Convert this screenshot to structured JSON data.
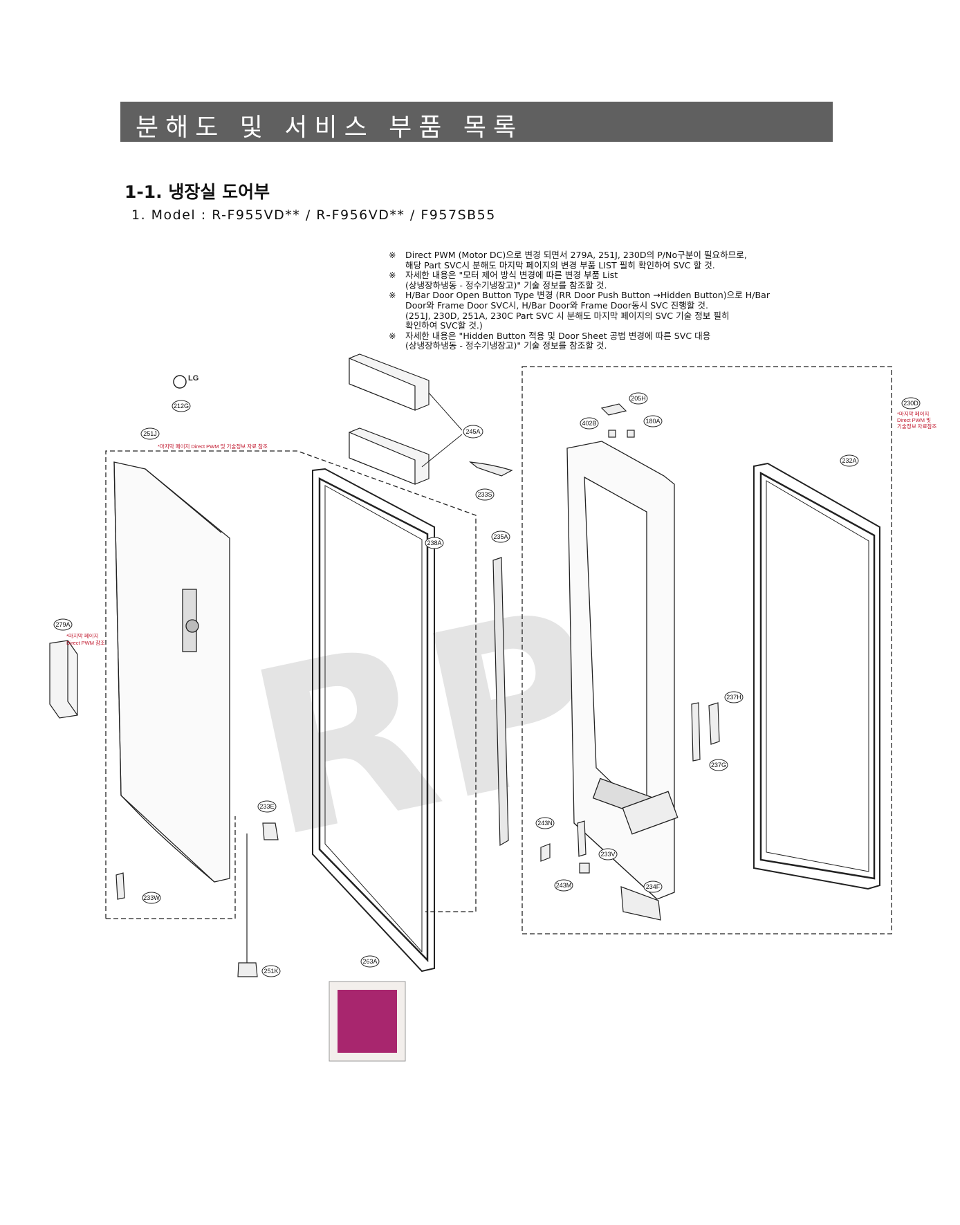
{
  "header": {
    "title": "분해도 및 서비스 부품 목록"
  },
  "section": {
    "title": "1-1. 냉장실 도어부"
  },
  "model": {
    "line": "1. Model : R-F955VD** / R-F956VD** / F957SB55"
  },
  "notes": [
    {
      "mark": "※",
      "lines": [
        "Direct PWM (Motor DC)으로 변경 되면서 279A, 251J, 230D의 P/No구분이 필요하므로,",
        "해당 Part SVC시 분해도 마지막 페이지의 변경 부품 LIST 필히 확인하여 SVC 할 것."
      ]
    },
    {
      "mark": "※",
      "lines": [
        "자세한 내용은 \"모터 제어 방식 변경에 따른 변경 부품 List",
        "(상냉장하냉동 - 정수기냉장고)\" 기술 정보를 참조할 것."
      ]
    },
    {
      "mark": "※",
      "lines": [
        "H/Bar Door Open Button Type 변경 (RR Door Push Button →Hidden Button)으로 H/Bar",
        "Door와 Frame Door SVC시, H/Bar Door와 Frame Door동시 SVC 진행할 것.",
        "(251J, 230D, 251A, 230C Part SVC 시 분해도 마지막 페이지의 SVC 기술 정보 필히",
        "확인하여 SVC할 것.)"
      ]
    },
    {
      "mark": "※",
      "lines": [
        "자세한 내용은 \"Hidden Button 적용 및 Door Sheet 공법 변경에 따른 SVC 대응",
        "(상냉장하냉동 - 정수기냉장고)\" 기술 정보를 참조할 것."
      ]
    }
  ],
  "parts": {
    "p212G": "212G",
    "p251J": "251J",
    "p245A": "245A",
    "p233S": "233S",
    "p238A": "238A",
    "p235A": "235A",
    "p279A": "279A",
    "p233E": "233E",
    "p233W": "233W",
    "p251K": "251K",
    "p263A": "263A",
    "p205H": "205H",
    "p402B": "402B",
    "p180A": "180A",
    "p230D": "230D",
    "p232A": "232A",
    "p237H": "237H",
    "p237G": "237G",
    "p243N": "243N",
    "p233V": "233V",
    "p243M": "243M",
    "p234F": "234F"
  },
  "red_notes": {
    "n251J": "*마지막 페이지 Direct PWM 및 기술정보 자료 참조",
    "n279A_1": "*마지막 페이지",
    "n279A_2": "Direct PWM 참조",
    "n230D_1": "*마지막 페이지",
    "n230D_2": "Direct PWM 및",
    "n230D_3": "기술정보 자료참조"
  },
  "logo": {
    "text": "LG"
  },
  "watermark": {
    "text": "RPI"
  },
  "colors": {
    "header_bg": "#606060",
    "header_text": "#ffffff",
    "note_red": "#c0152b",
    "gasket_bag": "#a8266e"
  }
}
